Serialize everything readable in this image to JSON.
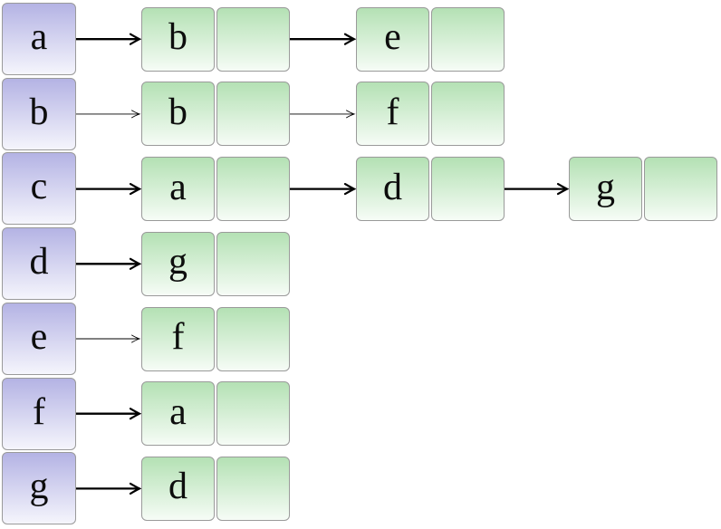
{
  "diagram_title": "",
  "colors": {
    "head_top": "#b4b3e4",
    "head_bottom": "#f5f5fc",
    "cell_top": "#b4e1b4",
    "cell_bottom": "#f6fcf6",
    "border": "#9a9a9a",
    "arrow": "#000000"
  },
  "rows": [
    {
      "head": "a",
      "cells": [
        "b",
        "e"
      ],
      "arrow_weight": "thick"
    },
    {
      "head": "b",
      "cells": [
        "b",
        "f"
      ],
      "arrow_weight": "thin"
    },
    {
      "head": "c",
      "cells": [
        "a",
        "d",
        "g"
      ],
      "arrow_weight": "thick"
    },
    {
      "head": "d",
      "cells": [
        "g"
      ],
      "arrow_weight": "thick"
    },
    {
      "head": "e",
      "cells": [
        "f"
      ],
      "arrow_weight": "thin"
    },
    {
      "head": "f",
      "cells": [
        "a"
      ],
      "arrow_weight": "thick"
    },
    {
      "head": "g",
      "cells": [
        "d"
      ],
      "arrow_weight": "thick"
    }
  ]
}
